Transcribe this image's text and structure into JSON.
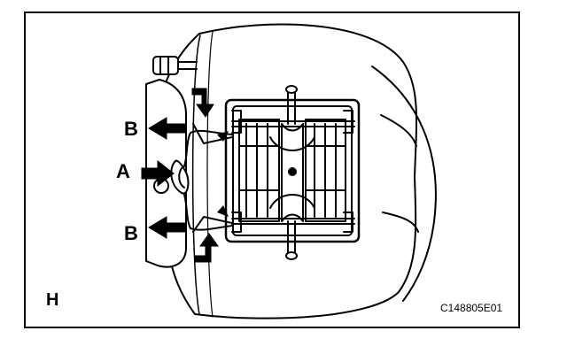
{
  "diagram": {
    "callouts": {
      "a": "A",
      "b_upper": "B",
      "b_lower": "B"
    },
    "corner_letter": "H",
    "figure_code": "C148805E01"
  }
}
